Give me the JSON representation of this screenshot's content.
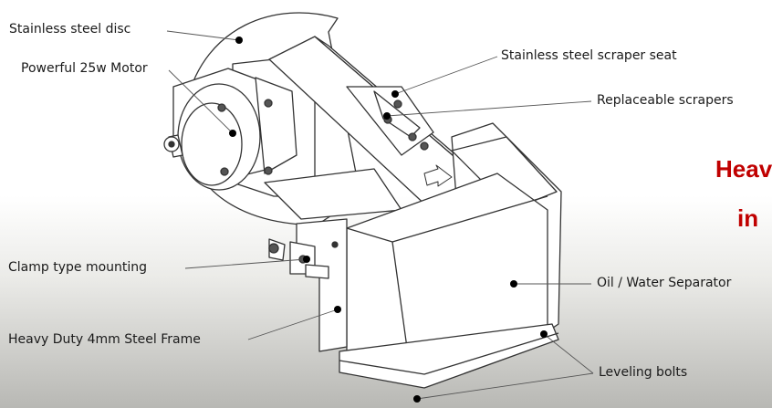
{
  "headline": {
    "line1": "Heav",
    "line2": "in",
    "color": "#c00000"
  },
  "labels": {
    "stainless_disc": "Stainless steel disc",
    "motor": "Powerful 25w Motor",
    "scraper_seat": "Stainless steel scraper seat",
    "replaceable_scrapers": "Replaceable scrapers",
    "clamp_mounting": "Clamp  type mounting",
    "oil_water_separator": "Oil / Water Separator",
    "steel_frame": "Heavy Duty 4mm Steel Frame",
    "leveling_bolts": "Leveling bolts"
  }
}
